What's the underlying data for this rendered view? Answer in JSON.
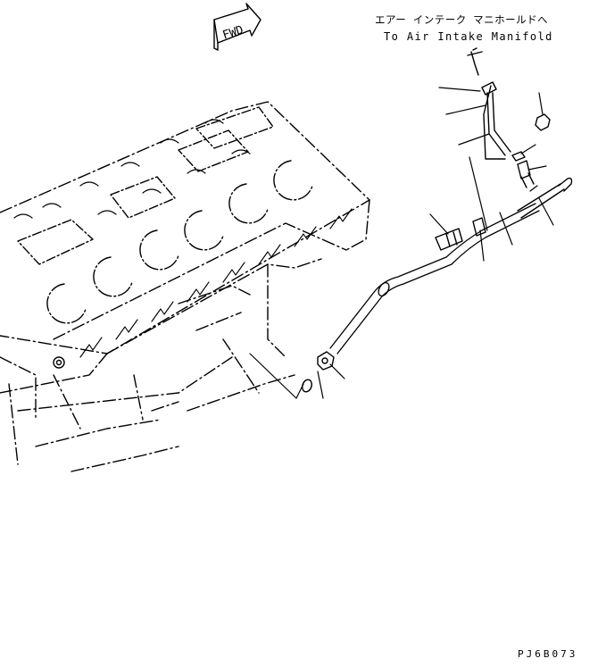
{
  "direction_arrow": {
    "text": "FWD"
  },
  "destination_note": {
    "japanese": "エアー インテーク マニホールドへ",
    "english": "To Air Intake Manifold"
  },
  "drawing_code": "PJ6B073"
}
